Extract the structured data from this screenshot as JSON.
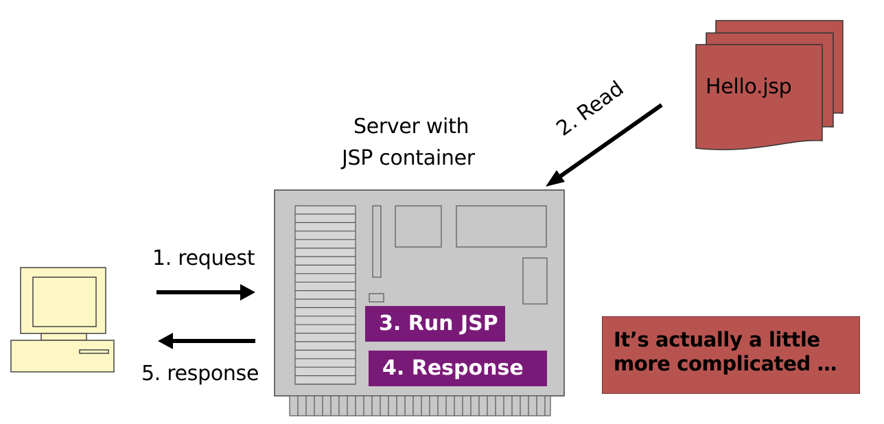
{
  "title": {
    "line1": "Server with",
    "line2": "JSP container"
  },
  "file": {
    "name": "Hello.jsp"
  },
  "steps": {
    "request": "1. request",
    "read": "2. Read",
    "run": "3. Run JSP",
    "response_box": "4. Response",
    "response": "5. response"
  },
  "note": {
    "line1": "It’s actually a little",
    "line2": "more complicated …"
  },
  "colors": {
    "server_body": "#c8c8c8",
    "client_computer": "#fdf7c3",
    "file_stack": "#b85450",
    "purple": "#7a1a78",
    "note_bg": "#b85450"
  }
}
